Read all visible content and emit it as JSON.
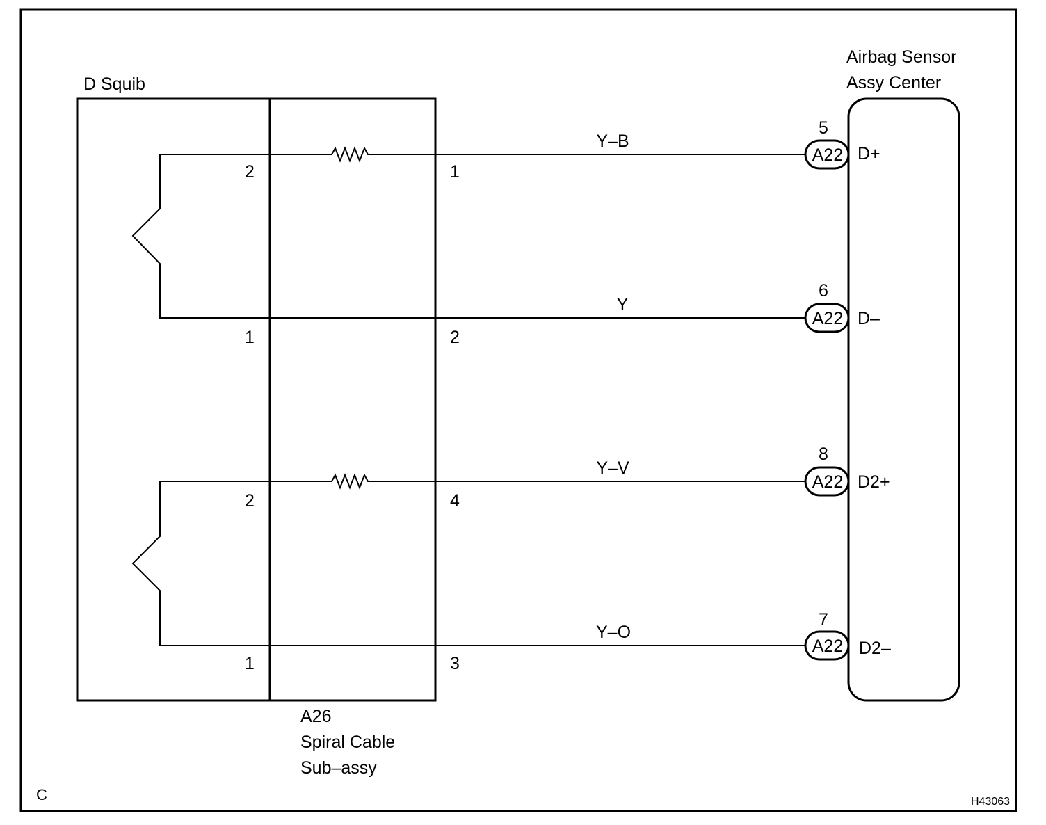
{
  "colors": {
    "line": "#000000",
    "background": "#ffffff"
  },
  "squib": {
    "title": "D Squib"
  },
  "spiral_cable": {
    "code": "A26",
    "name_line1": "Spiral Cable",
    "name_line2": "Sub–assy"
  },
  "sensor": {
    "title_line1": "Airbag Sensor",
    "title_line2": "Assy Center"
  },
  "circuits": [
    {
      "squib_pin": "2",
      "cable_pin": "1",
      "wire": "Y–B",
      "ecu_pin": "5",
      "connector": "A22",
      "terminal": "D+"
    },
    {
      "squib_pin": "1",
      "cable_pin": "2",
      "wire": "Y",
      "ecu_pin": "6",
      "connector": "A22",
      "terminal": "D–"
    },
    {
      "squib_pin": "2",
      "cable_pin": "4",
      "wire": "Y–V",
      "ecu_pin": "8",
      "connector": "A22",
      "terminal": "D2+"
    },
    {
      "squib_pin": "1",
      "cable_pin": "3",
      "wire": "Y–O",
      "ecu_pin": "7",
      "connector": "A22",
      "terminal": "D2–"
    }
  ],
  "corner_letter": "C",
  "figure_id": "H43063"
}
